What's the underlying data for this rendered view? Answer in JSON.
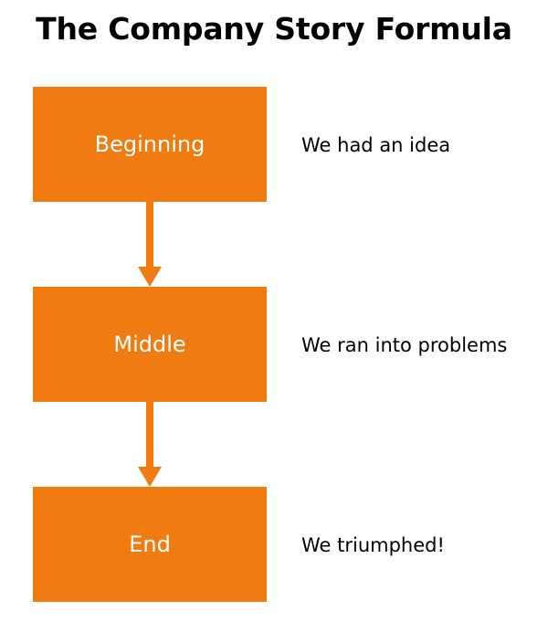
{
  "title": "The Company Story Formula",
  "colors": {
    "box": "#f07b11",
    "arrow": "#f07b11",
    "text": "#000000"
  },
  "steps": [
    {
      "label": "Beginning",
      "description": "We had an idea"
    },
    {
      "label": "Middle",
      "description": "We ran into problems"
    },
    {
      "label": "End",
      "description": "We triumphed!"
    }
  ]
}
